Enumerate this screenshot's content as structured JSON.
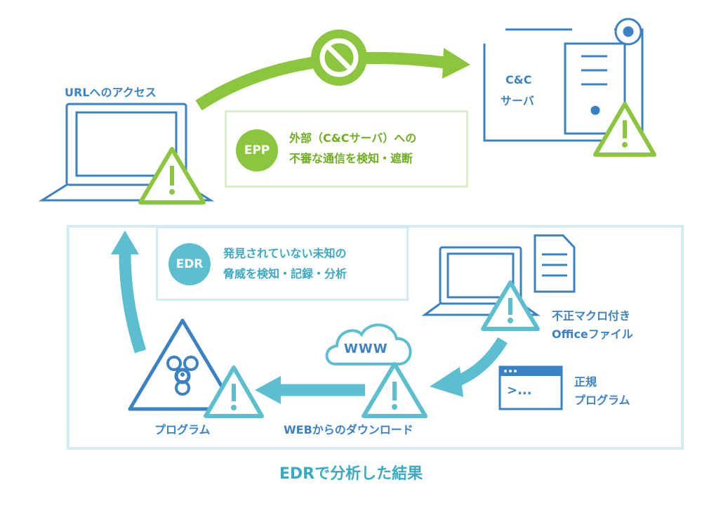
{
  "top": {
    "access_label": "URLへのアクセス",
    "server_label_1": "C&C",
    "server_label_2": "サーバ",
    "epp": {
      "badge": "EPP",
      "line1": "外部（C&Cサーバ）への",
      "line2": "不審な通信を検知・遮断"
    }
  },
  "edr": {
    "badge": "EDR",
    "line1": "発見されていない未知の",
    "line2": "脅威を検知・記録・分析"
  },
  "flow": {
    "macro_file_1": "不正マクロ付き",
    "macro_file_2": "Officeファイル",
    "legit_program_1": "正規",
    "legit_program_2": "プログラム",
    "www": "WWW",
    "console_prompt": ">...",
    "web_download": "WEBからのダウンロード",
    "program": "プログラム"
  },
  "caption": "EDRで分析した結果",
  "colors": {
    "blue": "#3a82c4",
    "green": "#8cc63f",
    "cyan": "#5bbfd0",
    "pale_cyan": "#d5edf2",
    "pale_green": "#dceec5"
  }
}
